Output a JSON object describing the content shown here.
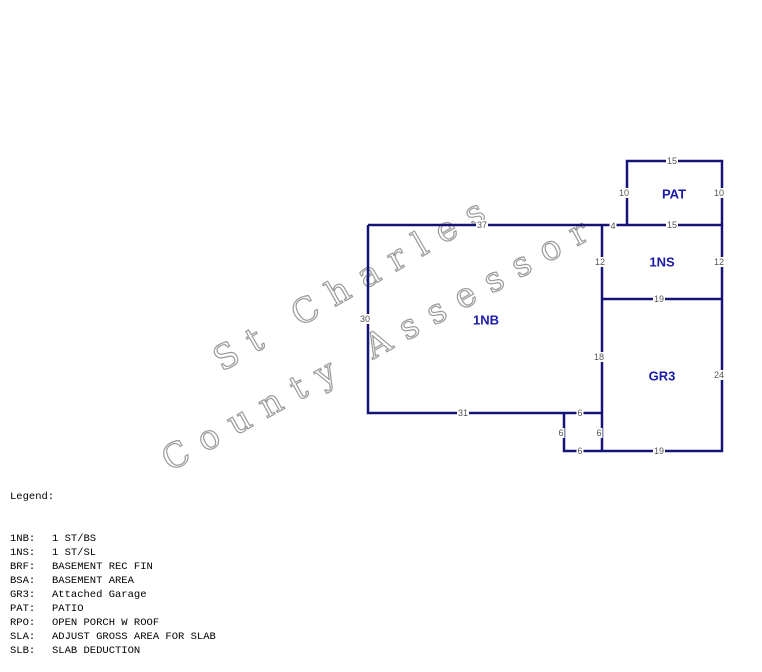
{
  "watermark": {
    "line1": "St Charles",
    "line2": "County Assessor"
  },
  "areas": {
    "pat": "PAT",
    "ns": "1NS",
    "nb": "1NB",
    "gr3": "GR3"
  },
  "dimensions": {
    "top_37": "37",
    "pat_top": "15",
    "pat_left": "10",
    "pat_right": "10",
    "jog_4": "4",
    "ns_top": "15",
    "ns_left": "12",
    "ns_right": "12",
    "ns_bottom": "19",
    "nb_left": "30",
    "gr3_left": "18",
    "gr3_right": "24",
    "nb_bottom": "31",
    "box_top": "6",
    "box_left": "6",
    "box_right": "6",
    "box_bottom": "6",
    "gr3_bottom": "19"
  },
  "legend": {
    "title": "Legend:",
    "items": [
      {
        "code": "1NB:",
        "desc": "1 ST/BS"
      },
      {
        "code": "1NS:",
        "desc": "1 ST/SL"
      },
      {
        "code": "BRF:",
        "desc": "BASEMENT REC FIN"
      },
      {
        "code": "BSA:",
        "desc": "BASEMENT AREA"
      },
      {
        "code": "GR3:",
        "desc": "Attached Garage"
      },
      {
        "code": "PAT:",
        "desc": "PATIO"
      },
      {
        "code": "RPO:",
        "desc": "OPEN PORCH W ROOF"
      },
      {
        "code": "SLA:",
        "desc": "ADJUST GROSS AREA FOR SLAB"
      },
      {
        "code": "SLB:",
        "desc": "SLAB DEDUCTION"
      }
    ]
  }
}
